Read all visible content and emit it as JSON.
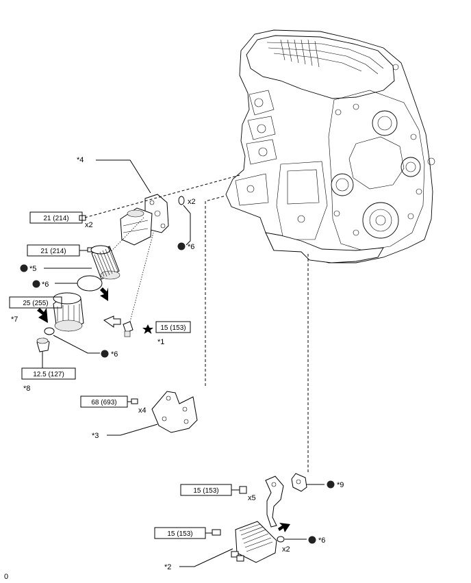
{
  "callouts": {
    "c1": "*1",
    "c2": "*2",
    "c3": "*3",
    "c4": "*4",
    "c5": "*5",
    "c6a": "*6",
    "c6b": "*6",
    "c6c": "*6",
    "c6d": "*6",
    "c7": "*7",
    "c8": "*8",
    "c9": "*9"
  },
  "torques": {
    "t_bolt_top": "21 (214)",
    "t_housing": "21 (214)",
    "t_cap": "25 (255)",
    "t_switch": "15 (153)",
    "t_plug": "12.5 (127)",
    "t_bracket": "68 (693)",
    "t_nut": "15 (153)",
    "t_cooler": "15 (153)"
  },
  "quantities": {
    "q_top_bolt": "x2",
    "q_oring_top": "x2",
    "q_bracket": "x4",
    "q_nuts": "x5",
    "q_oring_bottom": "x2"
  },
  "footer": {
    "corner_mark": "0"
  },
  "icons": {
    "star": "star-icon",
    "arrow": "arrow-icon",
    "outline_arrow": "outline-arrow-icon",
    "dot": "non-reusable-dot-icon"
  }
}
